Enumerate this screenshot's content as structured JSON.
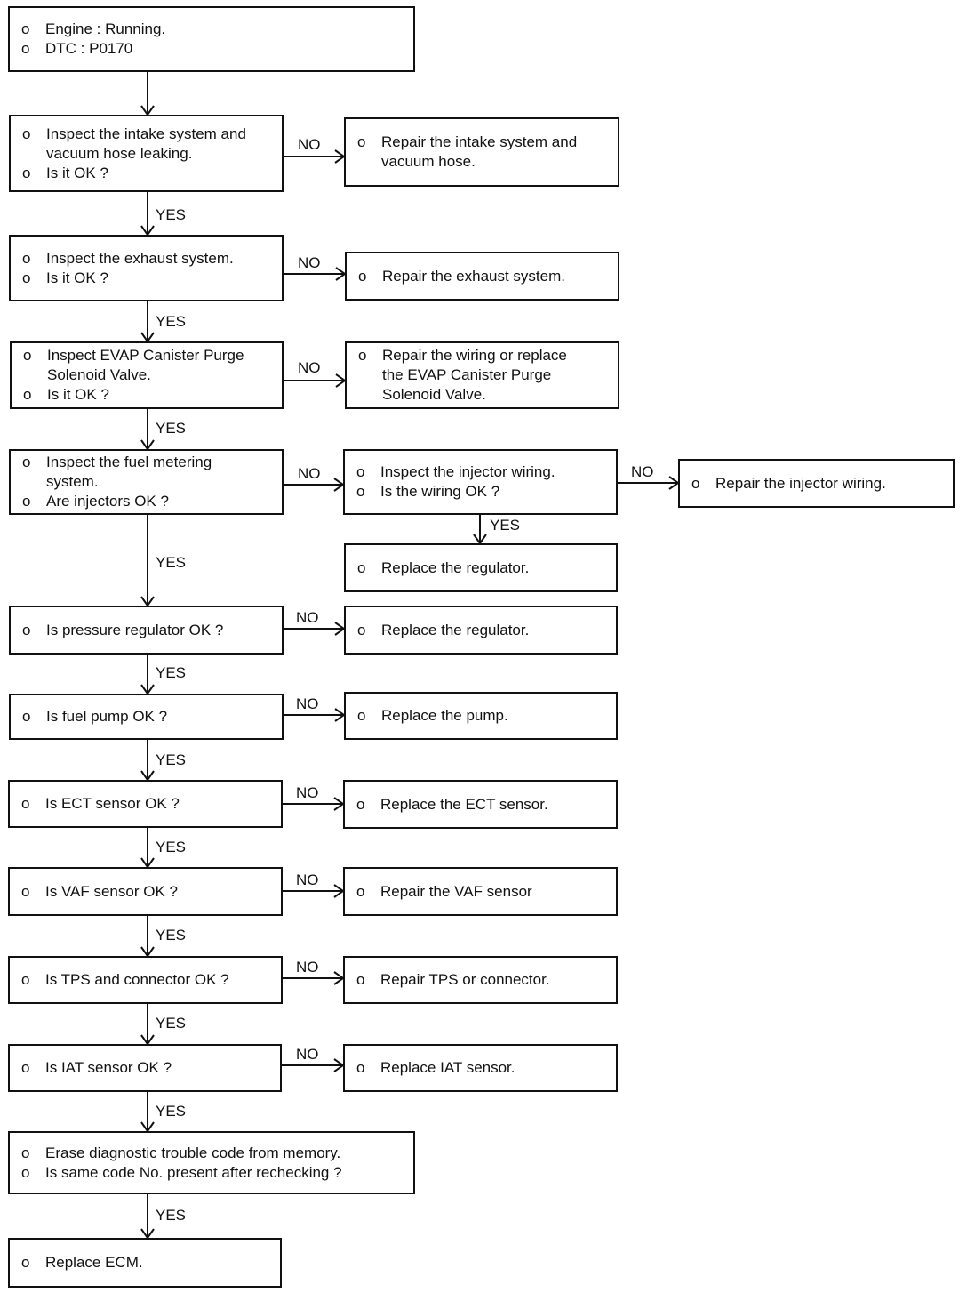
{
  "flowchart": {
    "start": {
      "lines": [
        "Engine : Running.",
        "DTC : P0170"
      ]
    },
    "q_intake": {
      "lines": [
        "Inspect the intake system and\nvacuum hose leaking.",
        "Is it OK ?"
      ]
    },
    "a_intake": {
      "lines": [
        "Repair the intake system and\nvacuum hose."
      ]
    },
    "q_exhaust": {
      "lines": [
        "Inspect the exhaust system.",
        "Is it OK ?"
      ]
    },
    "a_exhaust": {
      "lines": [
        "Repair the exhaust system."
      ]
    },
    "q_evap": {
      "lines": [
        "Inspect EVAP Canister Purge\nSolenoid Valve.",
        "Is it OK ?"
      ]
    },
    "a_evap": {
      "lines": [
        "Repair the wiring or replace\nthe EVAP Canister Purge\nSolenoid Valve."
      ]
    },
    "q_fuel": {
      "lines": [
        "Inspect the fuel metering\nsystem.",
        "Are injectors OK ?"
      ]
    },
    "q_injwiring": {
      "lines": [
        "Inspect the injector wiring.",
        "Is the wiring OK ?"
      ]
    },
    "a_injwiring": {
      "lines": [
        "Repair the injector wiring."
      ]
    },
    "a_regulator1": {
      "lines": [
        "Replace the regulator."
      ]
    },
    "q_pressure": {
      "lines": [
        "Is pressure regulator OK ?"
      ]
    },
    "a_pressure": {
      "lines": [
        "Replace the regulator."
      ]
    },
    "q_pump": {
      "lines": [
        "Is fuel pump OK ?"
      ]
    },
    "a_pump": {
      "lines": [
        "Replace the pump."
      ]
    },
    "q_ect": {
      "lines": [
        "Is ECT sensor OK ?"
      ]
    },
    "a_ect": {
      "lines": [
        "Replace the ECT sensor."
      ]
    },
    "q_vaf": {
      "lines": [
        "Is VAF sensor OK ?"
      ]
    },
    "a_vaf": {
      "lines": [
        "Repair the VAF sensor"
      ]
    },
    "q_tps": {
      "lines": [
        "Is TPS and connector OK ?"
      ]
    },
    "a_tps": {
      "lines": [
        "Repair TPS or connector."
      ]
    },
    "q_iat": {
      "lines": [
        "Is IAT sensor OK ?"
      ]
    },
    "a_iat": {
      "lines": [
        "Replace IAT sensor."
      ]
    },
    "q_erase": {
      "lines": [
        "Erase diagnostic trouble code from memory.",
        "Is same code No. present after rechecking ?"
      ]
    },
    "end": {
      "lines": [
        "Replace ECM."
      ]
    }
  },
  "bullet": "o",
  "labels": {
    "yes": "YES",
    "no": "NO"
  }
}
